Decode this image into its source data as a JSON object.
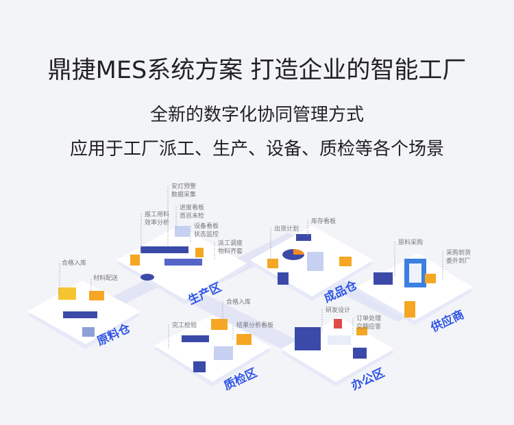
{
  "headline": "鼎捷MES系统方案 打造企业的智能工厂",
  "subtitle_line1": "全新的数字化协同管理方式",
  "subtitle_line2": "应用于工厂派工、生产、设备、质检等各个场景",
  "colors": {
    "zone_label": "#2f55e4",
    "platform": "#ffffff",
    "path": "#dfe3f7",
    "box": "#f5a623",
    "machine": "#3b4aa8"
  },
  "zones": [
    {
      "name": "原料仓",
      "features": [
        "合格入库",
        "材料配送"
      ]
    },
    {
      "name": "生产区",
      "features": [
        "安灯预警 数据采集",
        "报工用料 效率分析",
        "进度看板 首巡末检",
        "设备看板 状态监控",
        "派工调度 物料齐套"
      ]
    },
    {
      "name": "成品仓",
      "features": [
        "出货计划",
        "库存看板"
      ]
    },
    {
      "name": "供应商",
      "features": [
        "原料采购",
        "采购到货 委外到厂"
      ]
    },
    {
      "name": "质检区",
      "features": [
        "合格入库",
        "完工检验",
        "结果分析看板"
      ]
    },
    {
      "name": "办公区",
      "features": [
        "研发设计",
        "订单处理 交期应答"
      ]
    }
  ]
}
